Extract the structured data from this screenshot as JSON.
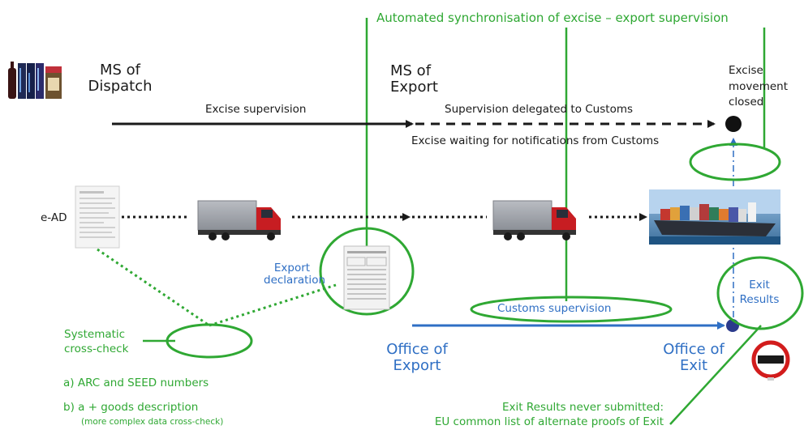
{
  "colors": {
    "green": "#2fa833",
    "blue": "#2f6fc4",
    "black": "#1a1a1a"
  },
  "top_banner": "Automated synchronisation of excise – export supervision",
  "nodes": {
    "ms_dispatch": [
      "MS of",
      "Dispatch"
    ],
    "ms_export": [
      "MS of",
      "Export"
    ],
    "excise_closed": [
      "Excise",
      "movement",
      "closed"
    ],
    "e_ad": "e-AD",
    "export_declaration": [
      "Export",
      "declaration"
    ],
    "exit_results": [
      "Exit",
      "Results"
    ],
    "office_export": [
      "Office of",
      "Export"
    ],
    "office_exit": [
      "Office of",
      "Exit"
    ]
  },
  "flow_labels": {
    "excise_supervision": "Excise supervision",
    "supervision_delegated": "Supervision delegated to Customs",
    "excise_waiting": "Excise waiting for notifications from Customs",
    "customs_supervision": "Customs supervision"
  },
  "cross_check": {
    "label": [
      "Systematic",
      "cross-check"
    ],
    "option_a": "a) ARC and SEED numbers",
    "option_b": "b) a + goods description",
    "option_b_note": "(more complex data cross-check)"
  },
  "exit_note": [
    "Exit Results never submitted:",
    "EU common list of alternate proofs of Exit"
  ],
  "icons": [
    "wine-bottles-icon",
    "document-icon",
    "truck-icon",
    "ship-icon",
    "no-entry-sign-icon"
  ]
}
